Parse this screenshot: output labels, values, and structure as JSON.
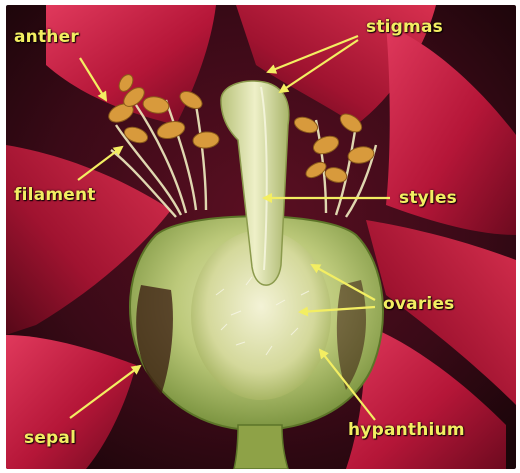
{
  "labels": {
    "anther": "anther",
    "stigmas": "stigmas",
    "filament": "filament",
    "styles": "styles",
    "ovaries": "ovaries",
    "sepal": "sepal",
    "hypanthium": "hypanthium"
  },
  "colors": {
    "label_text": "#f3ee62",
    "arrow": "#f3ee62",
    "petal": "#b81638",
    "background_dark": "#2a0a12",
    "hypanthium": "#c9d38a",
    "anther": "#d79a3e"
  }
}
